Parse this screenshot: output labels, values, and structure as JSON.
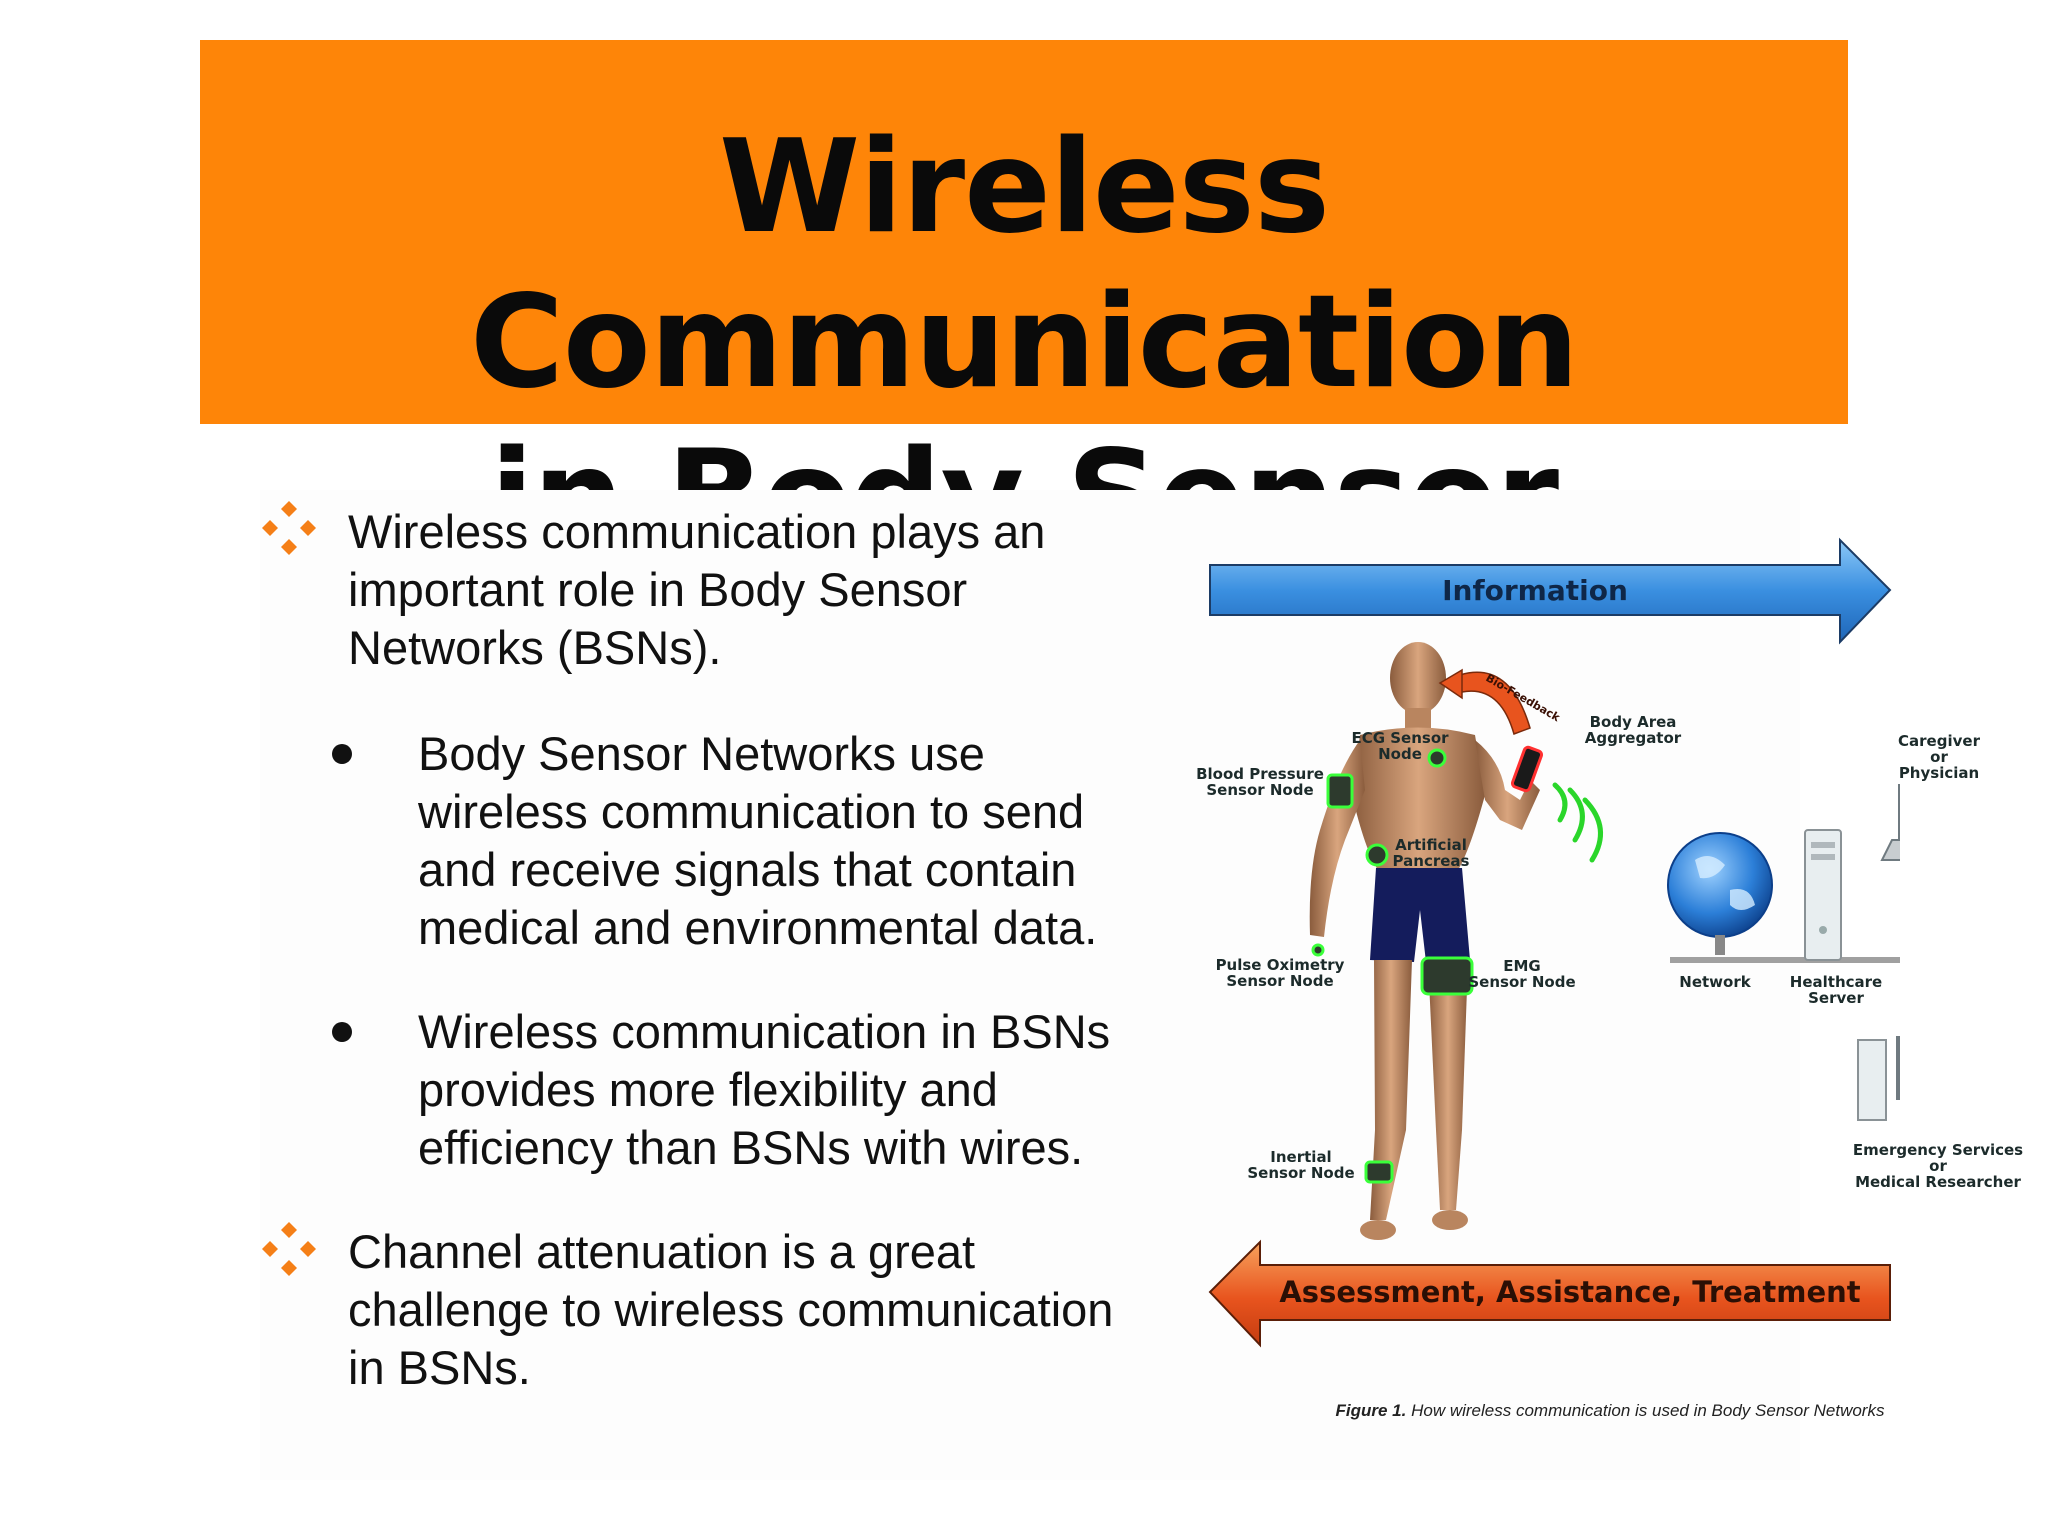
{
  "title": {
    "line1": "Wireless Communication",
    "line2": "in Body Sensor Networks"
  },
  "bullets": {
    "b1": [
      "Wireless communication plays an",
      "important role in Body Sensor",
      "Networks (BSNs)."
    ],
    "s1": [
      "Body Sensor Networks use",
      "wireless communication to send",
      "and receive signals that contain",
      "medical and environmental data."
    ],
    "s2": [
      "Wireless communication in BSNs",
      "provides more flexibility and",
      "efficiency than BSNs with wires."
    ],
    "b2": [
      "Channel attenuation is a great",
      "challenge to wireless communication",
      "in BSNs."
    ]
  },
  "figure": {
    "information": "Information",
    "assessment": "Assessment, Assistance, Treatment",
    "bio_feedback": "Bio-Feedback",
    "labels": {
      "body_area_aggregator": "Body Area\nAggregator",
      "ecg": "ECG Sensor\nNode",
      "blood_pressure": "Blood Pressure\nSensor Node",
      "artificial_pancreas": "Artificial\nPancreas",
      "pulse_oximetry": "Pulse Oximetry\nSensor Node",
      "emg": "EMG\nSensor Node",
      "inertial": "Inertial\nSensor Node",
      "network": "Network",
      "healthcare_server": "Healthcare\nServer",
      "caregiver": "Caregiver\nor\nPhysician",
      "emergency": "Emergency Services\nor\nMedical Researcher"
    },
    "caption_prefix": "Figure 1.",
    "caption_text": "How wireless communication is used in Body Sensor Networks"
  },
  "colors": {
    "title_band": "#fe8508",
    "bullet_diamond": "#f57f17",
    "info_arrow": "#3a8fe0",
    "treatment_arrow": "#e8541e"
  }
}
